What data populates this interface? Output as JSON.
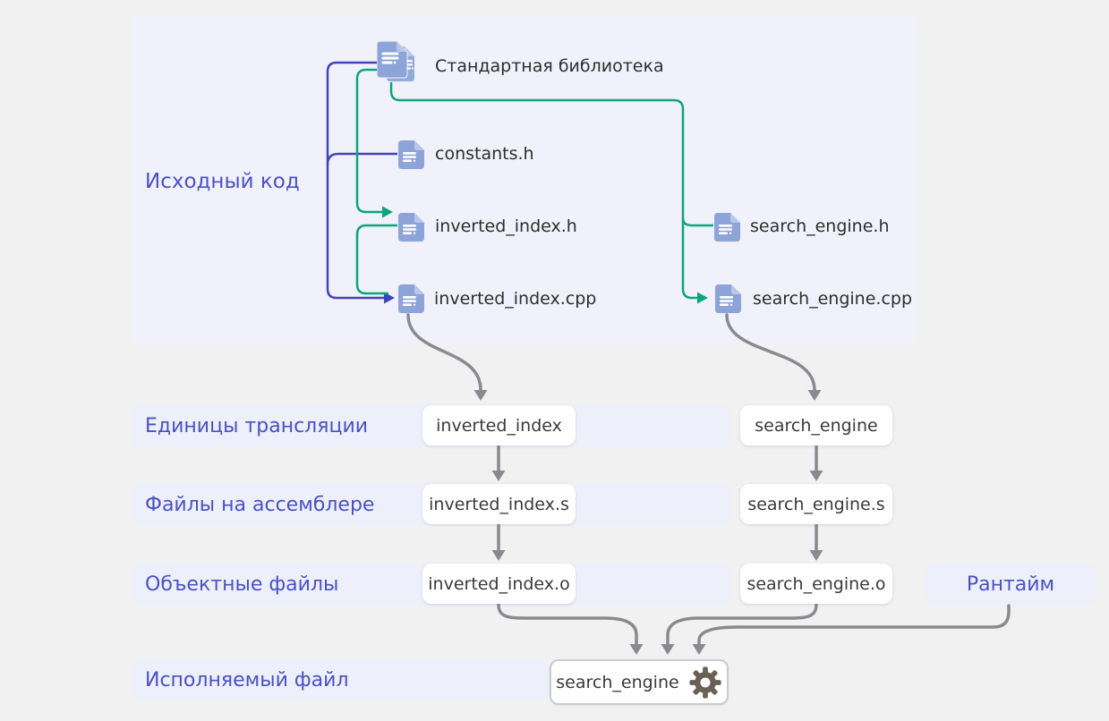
{
  "panel": {
    "label": "Исходный код"
  },
  "files": {
    "std_lib": "Стандартная библиотека",
    "constants_h": "constants.h",
    "inverted_index_h": "inverted_index.h",
    "inverted_index_cpp": "inverted_index.cpp",
    "search_engine_h": "search_engine.h",
    "search_engine_cpp": "search_engine.cpp"
  },
  "rows": {
    "translation_units": {
      "label": "Единицы трансляции",
      "left": "inverted_index",
      "right": "search_engine"
    },
    "assembly": {
      "label": "Файлы на ассемблере",
      "left": "inverted_index.s",
      "right": "search_engine.s"
    },
    "objects": {
      "label": "Объектные файлы",
      "left": "inverted_index.o",
      "right": "search_engine.o"
    }
  },
  "runtime": {
    "label": "Рантайм"
  },
  "executable": {
    "label": "Исполняемый файл",
    "box": "search_engine"
  },
  "icons": {
    "file": "file-document-icon",
    "std_lib": "copy-documents-icon",
    "gear": "gear-icon"
  },
  "colors": {
    "page_bg": "#f1f1f2",
    "panel_bg": "#f0f1fa",
    "band_bg": "#edeffa",
    "accent_label": "#4a52c3",
    "edge_green": "#0da57e",
    "edge_indigo": "#4144b8",
    "edge_gray": "#8a8a8e",
    "file_icon_blue": "#8ca4d8",
    "gear_brown": "#6a6055"
  },
  "edges": [
    {
      "from": "Стандартная библиотека",
      "to": "inverted_index.h",
      "color": "green"
    },
    {
      "from": "Стандартная библиотека",
      "to": "inverted_index.cpp",
      "color": "indigo"
    },
    {
      "from": "constants.h",
      "to": "inverted_index.cpp",
      "color": "indigo"
    },
    {
      "from": "inverted_index.h",
      "to": "inverted_index.cpp",
      "color": "green"
    },
    {
      "from": "Стандартная библиотека",
      "to": "search_engine.h",
      "color": "green"
    },
    {
      "from": "Стандартная библиотека",
      "to": "search_engine.cpp",
      "color": "green"
    },
    {
      "from": "search_engine.h",
      "to": "search_engine.cpp",
      "color": "green"
    },
    {
      "from": "inverted_index.cpp",
      "to": "inverted_index",
      "color": "gray"
    },
    {
      "from": "search_engine.cpp",
      "to": "search_engine",
      "color": "gray"
    },
    {
      "from": "inverted_index",
      "to": "inverted_index.s",
      "color": "gray"
    },
    {
      "from": "search_engine",
      "to": "search_engine.s",
      "color": "gray"
    },
    {
      "from": "inverted_index.s",
      "to": "inverted_index.o",
      "color": "gray"
    },
    {
      "from": "search_engine.s",
      "to": "search_engine.o",
      "color": "gray"
    },
    {
      "from": "inverted_index.o",
      "to": "search_engine (исполняемый файл)",
      "color": "gray"
    },
    {
      "from": "search_engine.o",
      "to": "search_engine (исполняемый файл)",
      "color": "gray"
    },
    {
      "from": "Рантайм",
      "to": "search_engine (исполняемый файл)",
      "color": "gray"
    }
  ]
}
